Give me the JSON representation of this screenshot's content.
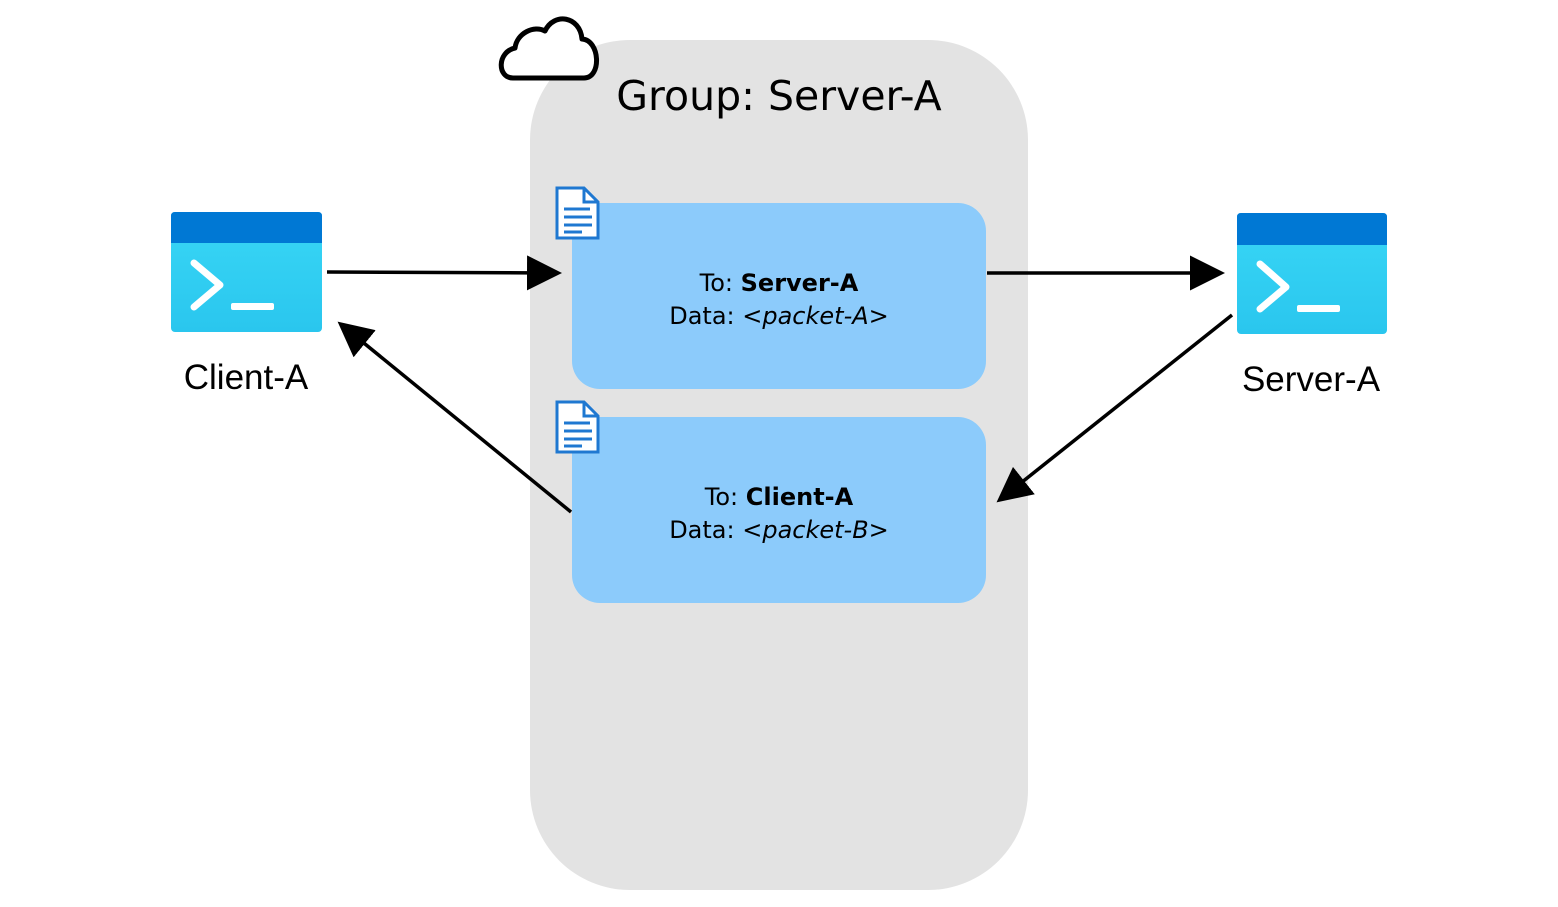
{
  "group": {
    "title": "Group: Server-A",
    "icon": "cloud-icon"
  },
  "nodes": {
    "client": {
      "label": "Client-A",
      "icon": "terminal-icon"
    },
    "server": {
      "label": "Server-A",
      "icon": "terminal-icon"
    }
  },
  "messages": [
    {
      "to_prefix": "To: ",
      "to_value": "Server-A",
      "data_prefix": "Data: ",
      "data_value": "<packet-A>",
      "icon": "document-icon"
    },
    {
      "to_prefix": "To: ",
      "to_value": "Client-A",
      "data_prefix": "Data: ",
      "data_value": "<packet-B>",
      "icon": "document-icon"
    }
  ],
  "colors": {
    "group_fill": "#e3e3e3",
    "message_fill": "#8ccbfb",
    "terminal_header": "#0078d4",
    "terminal_body": "#33d3f5",
    "document_icon": "#1f78d1",
    "arrow": "#000000"
  }
}
